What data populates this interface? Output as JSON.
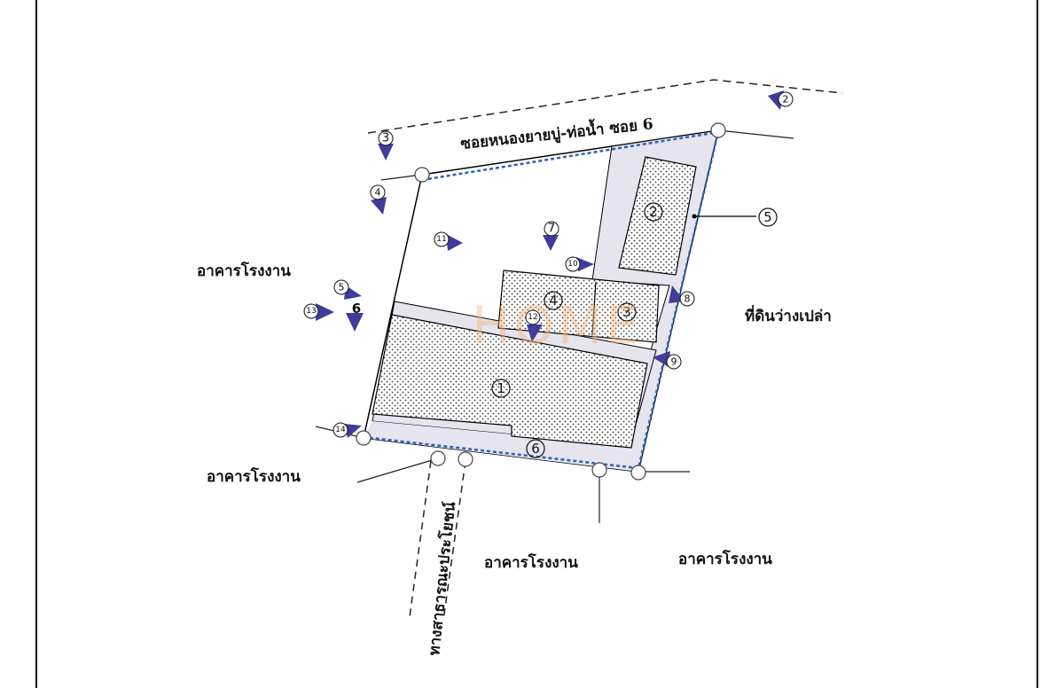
{
  "labels": {
    "road_top": "ซอยหนองยายบู่-ท่อน้ำ ซอย 6",
    "west_factory": "อาคารโรงงาน",
    "southwest_factory": "อาคารโรงงาน",
    "south_factory_1": "อาคารโรงงาน",
    "south_factory_2": "อาคารโรงงาน",
    "east_vacant": "ที่ดินว่างเปล่า",
    "public_path": "ทางสาธารณะประโยชน์"
  },
  "building_numbers": {
    "b1": "1",
    "b2": "2",
    "b3": "3",
    "b4": "4",
    "area6": "6",
    "callout5": "5"
  },
  "view_markers": [
    "2",
    "3",
    "4",
    "5",
    "6",
    "7",
    "8",
    "9",
    "10",
    "11",
    "12",
    "13",
    "14"
  ],
  "watermark": "HOME",
  "colors": {
    "boundary_dash": "#2b63b8",
    "hatched_area": "#e6e4ee",
    "arrow": "#3f3c9a",
    "watermark": "#f3b37a"
  }
}
